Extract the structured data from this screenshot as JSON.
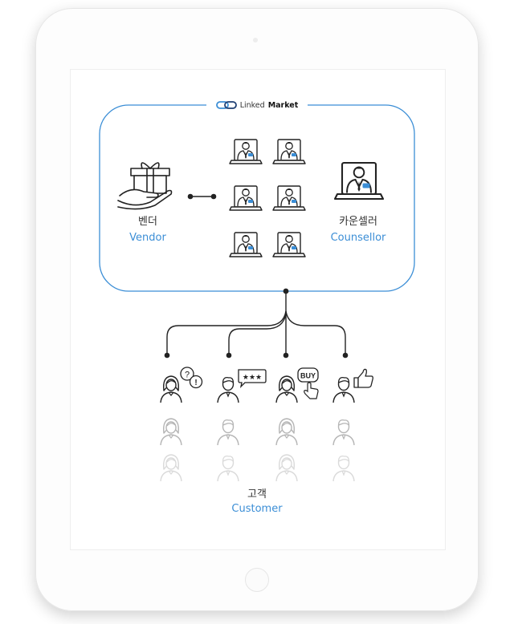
{
  "brand": {
    "name_light": "Linked",
    "name_bold": "Market"
  },
  "vendor": {
    "label_ko": "벤더",
    "label_en": "Vendor"
  },
  "counsellor": {
    "label_ko": "카운셀러",
    "label_en": "Counsellor"
  },
  "customer": {
    "label_ko": "고객",
    "label_en": "Customer"
  },
  "customer_badges": {
    "question": "?",
    "exclaim": "!",
    "rating": "★★★",
    "buy": "BUY"
  },
  "colors": {
    "frame_blue": "#3b8ed6",
    "line": "#222222",
    "text": "#333333"
  },
  "icons": [
    "gift-hand-icon",
    "counsellor-laptop-icon",
    "chat-bubble-icon",
    "star-rating-icon",
    "buy-bubble-icon",
    "thumbs-up-icon",
    "customer-avatar-icon"
  ]
}
